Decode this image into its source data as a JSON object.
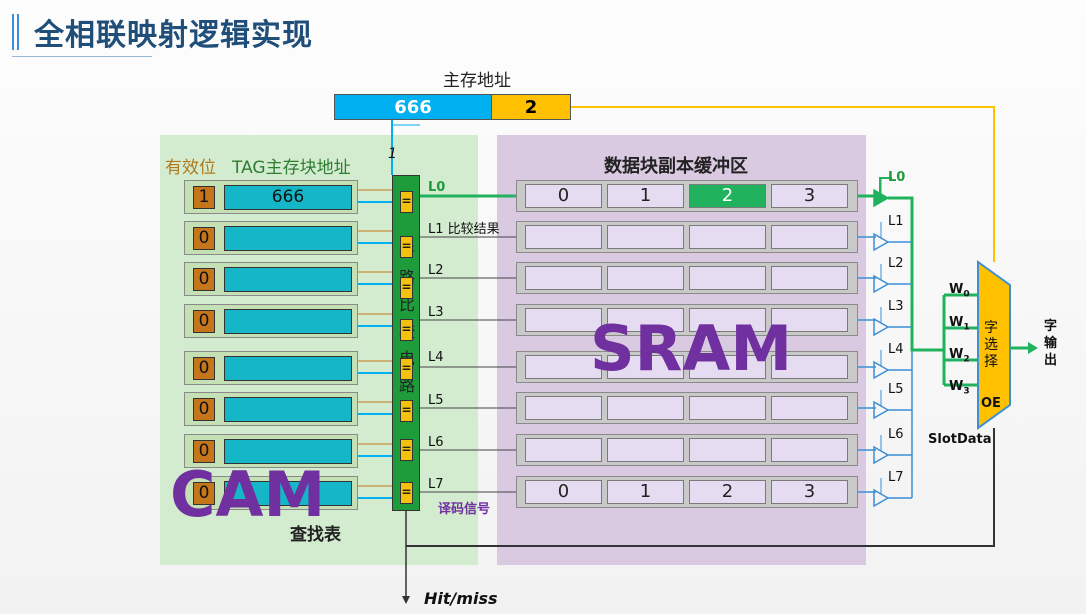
{
  "title": "全相联映射逻辑实现",
  "address": {
    "caption": "主存地址",
    "tag": "666",
    "offset": "2"
  },
  "cam": {
    "header_valid": "有效位",
    "header_tag": "TAG主存块地址",
    "rows": [
      {
        "valid": "1",
        "tag": "666"
      },
      {
        "valid": "0",
        "tag": ""
      },
      {
        "valid": "0",
        "tag": ""
      },
      {
        "valid": "0",
        "tag": ""
      },
      {
        "valid": "0",
        "tag": ""
      },
      {
        "valid": "0",
        "tag": ""
      },
      {
        "valid": "0",
        "tag": ""
      },
      {
        "valid": "0",
        "tag": ""
      }
    ],
    "big_label": "CAM",
    "lookup_label": "查找表"
  },
  "comparator": {
    "text": "并路比较电路",
    "eq_symbol": "=",
    "mark": "1"
  },
  "line_labels": {
    "L0": "L0",
    "L1": "L1 比较结果",
    "L2": "L2",
    "L3": "L3",
    "L4": "L4",
    "L5": "L5",
    "L6": "L6",
    "L7": "L7"
  },
  "gate_labels": [
    "L0",
    "L1",
    "L2",
    "L3",
    "L4",
    "L5",
    "L6",
    "L7"
  ],
  "sram": {
    "title": "数据块副本缓冲区",
    "big_label": "SRAM",
    "rows": [
      [
        "0",
        "1",
        "2",
        "3"
      ],
      [
        "",
        "",
        "",
        ""
      ],
      [
        "",
        "",
        "",
        ""
      ],
      [
        "",
        "",
        "",
        ""
      ],
      [
        "",
        "",
        "",
        ""
      ],
      [
        "",
        "",
        "",
        ""
      ],
      [
        "",
        "",
        "",
        ""
      ],
      [
        "0",
        "1",
        "2",
        "3"
      ]
    ],
    "hit_cell": "2"
  },
  "decode_label": "译码信号",
  "hitmiss_label": "Hit/miss",
  "mux": {
    "inputs": [
      "W",
      "W",
      "W",
      "W"
    ],
    "subscripts": [
      "0",
      "1",
      "2",
      "3"
    ],
    "text": "字选择",
    "oe": "OE",
    "slot_label": "SlotData",
    "output_label": "字输出"
  },
  "colors": {
    "title": "#1f4e79",
    "tag_blue": "#00b0f0",
    "offset_yellow": "#ffc000",
    "cam_green": "#d3ebcf",
    "sram_purple": "#d9c9e1",
    "hit_green": "#21b25e",
    "big_label_purple": "#7030a0"
  }
}
